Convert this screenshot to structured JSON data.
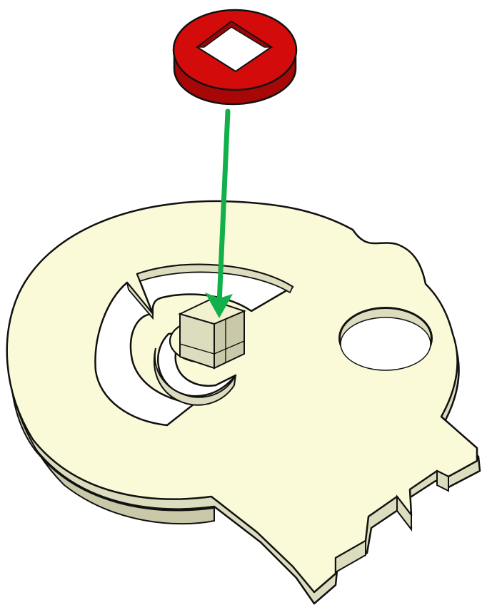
{
  "diagram": {
    "parts": [
      {
        "name": "square-hole-washer",
        "color": "#cc0a0a"
      },
      {
        "name": "skull-shaped-plate",
        "color": "#fafad8"
      }
    ],
    "arrow": {
      "color": "#12b04a",
      "direction": "down"
    },
    "colors": {
      "plate_face": "#fafad8",
      "plate_side": "#dcdcbf",
      "plate_side_dark": "#c9c9a9",
      "washer_top": "#d40b0b",
      "washer_side": "#a80707",
      "outline": "#111111",
      "arrow": "#12b04a"
    }
  }
}
